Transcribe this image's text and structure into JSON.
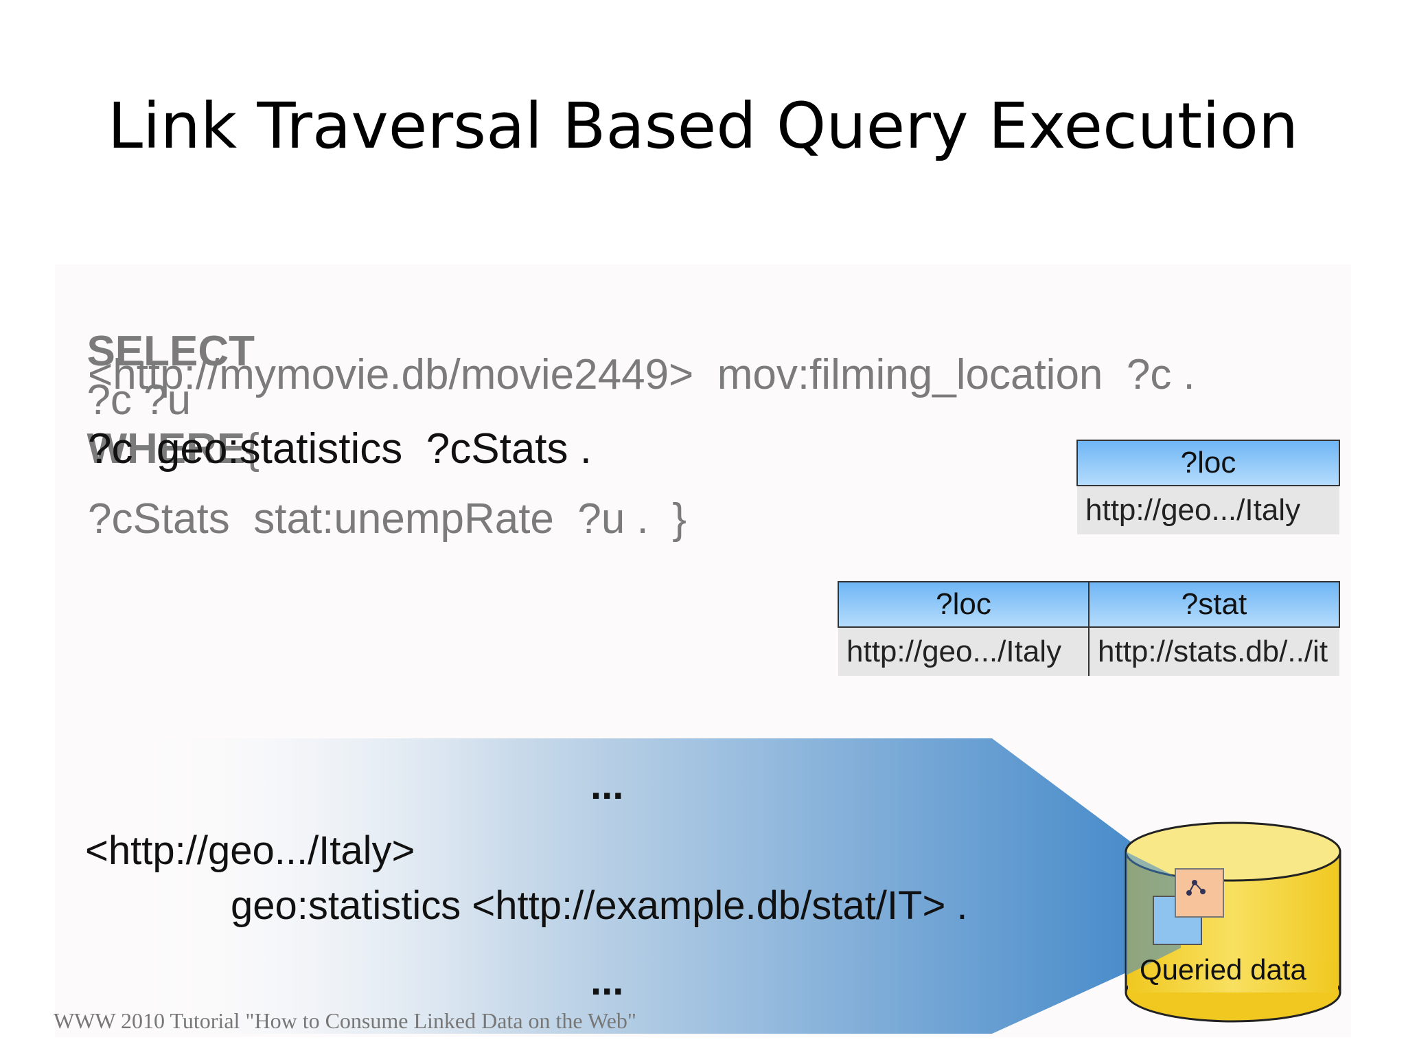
{
  "title": "Link Traversal Based Query Execution",
  "query": {
    "line1_select": "SELECT",
    "line1_vars": "?c ?u",
    "line1_where": "WHERE",
    "line1_brace": "{",
    "line2": "<http://mymovie.db/movie2449>  mov:filming_location  ?c .",
    "line3": "?c  geo:statistics  ?cStats .",
    "line4": "?cStats  stat:unempRate  ?u .  }"
  },
  "table1": {
    "headers": [
      "?loc"
    ],
    "rows": [
      [
        "http://geo.../Italy"
      ]
    ]
  },
  "table2": {
    "headers": [
      "?loc",
      "?stat"
    ],
    "rows": [
      [
        "http://geo.../Italy",
        "http://stats.db/../it"
      ]
    ]
  },
  "rdf": {
    "dots_top": "...",
    "line1": "<http://geo.../Italy>",
    "line2": "geo:statistics <http://example.db/stat/IT> .",
    "dots_bottom": "..."
  },
  "cylinder_label": "Queried data",
  "footer": "WWW 2010 Tutorial \"How to Consume Linked Data on the Web\"",
  "colors": {
    "band_dark": "#4a8ac8",
    "cylinder": "#f5d43a",
    "table_header": "#6fb6f5"
  }
}
